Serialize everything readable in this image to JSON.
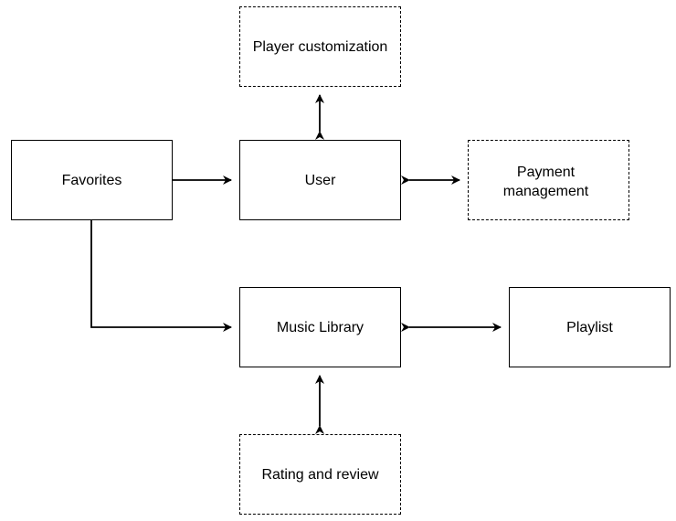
{
  "diagram": {
    "nodes": {
      "player_customization": {
        "label": "Player customization",
        "style": "dashed"
      },
      "favorites": {
        "label": "Favorites",
        "style": "solid"
      },
      "user": {
        "label": "User",
        "style": "solid"
      },
      "payment_management": {
        "label": "Payment\nmanagement",
        "style": "dashed"
      },
      "music_library": {
        "label": "Music Library",
        "style": "solid"
      },
      "playlist": {
        "label": "Playlist",
        "style": "solid"
      },
      "rating_and_review": {
        "label": "Rating and review",
        "style": "dashed"
      }
    },
    "edges": [
      {
        "from": "favorites",
        "to": "user",
        "direction": "forward"
      },
      {
        "from": "user",
        "to": "player_customization",
        "direction": "both"
      },
      {
        "from": "user",
        "to": "payment_management",
        "direction": "both"
      },
      {
        "from": "favorites",
        "to": "music_library",
        "direction": "forward"
      },
      {
        "from": "music_library",
        "to": "playlist",
        "direction": "both"
      },
      {
        "from": "music_library",
        "to": "rating_and_review",
        "direction": "both"
      }
    ],
    "colors": {
      "stroke": "#000000",
      "background": "#ffffff",
      "text": "#000000"
    }
  }
}
